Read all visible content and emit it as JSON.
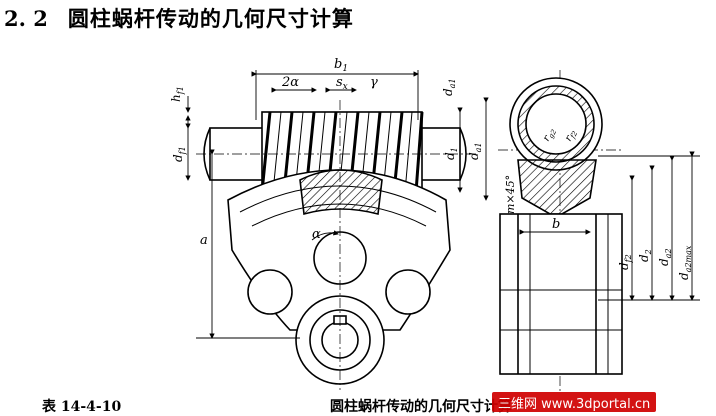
{
  "section": {
    "number": "2. 2",
    "title": "圆柱蜗杆传动的几何尺寸计算"
  },
  "labels": {
    "b1": "b",
    "b1_sub": "1",
    "two_alpha": "2α",
    "sx": "s",
    "sx_sub": "x",
    "gamma": "γ",
    "hf1": "h",
    "hf1_sub": "f1",
    "da1_top": "d",
    "da1_top_sub": "a1",
    "df1": "d",
    "df1_sub": "f1",
    "d1": "d",
    "d1_sub": "1",
    "da1": "d",
    "da1_sub": "a1",
    "a": "a",
    "alpha": "α",
    "m45": "m×45°",
    "b": "b",
    "rg2": "r",
    "rg2_sub": "g2",
    "rf2": "r",
    "rf2_sub": "f2",
    "df2": "d",
    "df2_sub": "f2",
    "d2": "d",
    "d2_sub": "2",
    "da2": "d",
    "da2_sub": "a2",
    "da2max": "d",
    "da2max_sub": "a2max"
  },
  "caption": {
    "table_ref": "表 14-4-10",
    "title": "圆柱蜗杆传动的几何尺寸计算"
  },
  "watermark": {
    "text": "三维网 www.3dportal.cn"
  }
}
